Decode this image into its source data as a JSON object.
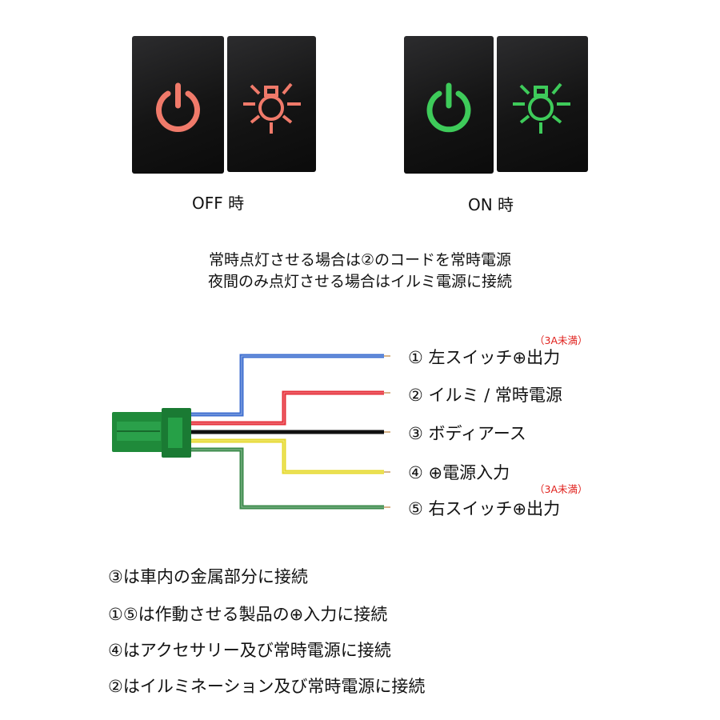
{
  "switches": {
    "off": {
      "caption": "OFF 時",
      "color": "#f07a6a"
    },
    "on": {
      "caption": "ON 時",
      "color": "#3ecb5a"
    }
  },
  "intro": [
    "常時点灯させる場合は②のコードを常時電源",
    "夜間のみ点灯させる場合はイルミ電源に接続"
  ],
  "wires": [
    {
      "label": "① 左スイッチ⊕出力",
      "color": "#3f6fd0",
      "note": "（3A未満）"
    },
    {
      "label": "② イルミ / 常時電源",
      "color": "#e6303a"
    },
    {
      "label": "③ ボディアース",
      "color": "#111111"
    },
    {
      "label": "④ ⊕電源入力",
      "color": "#e6d92e"
    },
    {
      "label": "⑤ 右スイッチ⊕出力",
      "color": "#3a8a4a",
      "note": "（3A未満）"
    }
  ],
  "connector_color": "#1f8a3a",
  "notes": [
    "③は車内の金属部分に接続",
    "①⑤は作動させる製品の⊕入力に接続",
    "④はアクセサリー及び常時電源に接続",
    "②はイルミネーション及び常時電源に接続"
  ]
}
